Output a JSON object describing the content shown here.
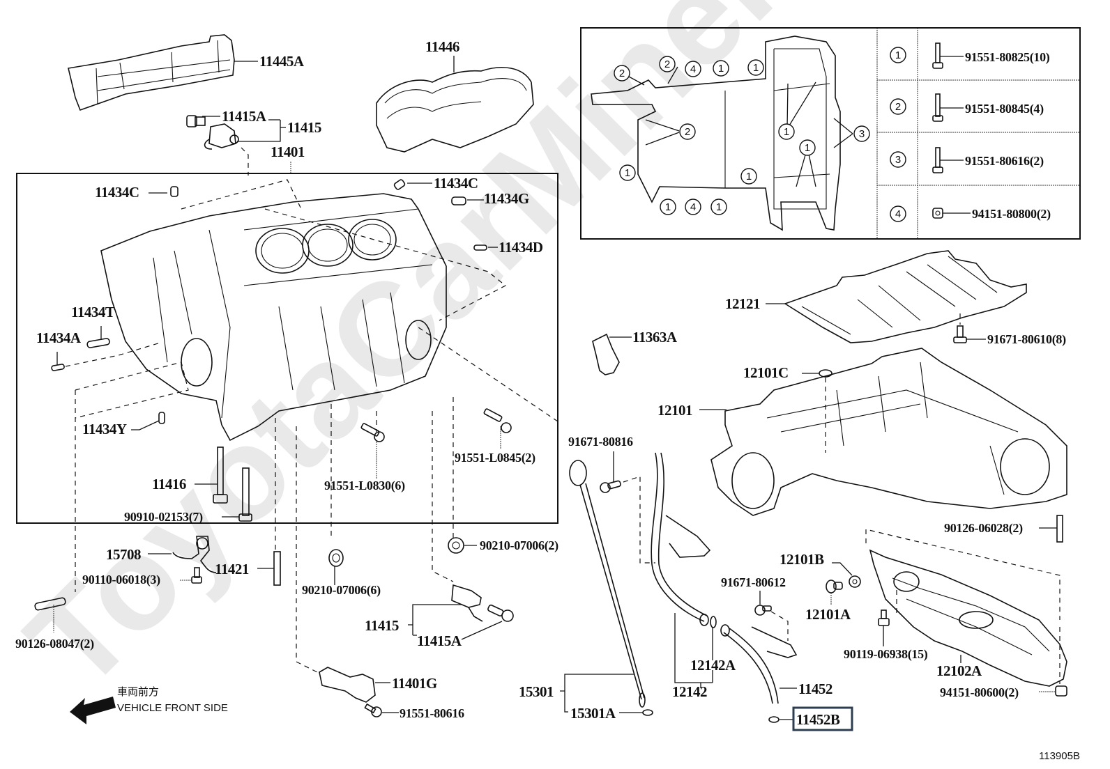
{
  "diagram": {
    "figure_id": "113905B",
    "watermark": "ToyotaCarMiner.ru",
    "direction_note_jp": "車両前方",
    "direction_note_en": "VEHICLE FRONT SIDE",
    "highlighted_part": "11452B"
  },
  "labels": {
    "p11445A": "11445A",
    "p11446": "11446",
    "p11415A_top": "11415A",
    "p11415_top": "11415",
    "p11401": "11401",
    "p11434C_left": "11434C",
    "p11434C_right": "11434C",
    "p11434G": "11434G",
    "p11434D": "11434D",
    "p11434T": "11434T",
    "p11434A": "11434A",
    "p11434Y": "11434Y",
    "p11416": "11416",
    "p90910": "90910-02153(7)",
    "p91551L0830": "91551-L0830(6)",
    "p91551L0845": "91551-L0845(2)",
    "p11363A": "11363A",
    "p15708": "15708",
    "p90110": "90110-06018(3)",
    "p11421": "11421",
    "p90210_6": "90210-07006(6)",
    "p90210_2": "90210-07006(2)",
    "p90126_08047": "90126-08047(2)",
    "p11415_bot": "11415",
    "p11415A_bot": "11415A",
    "p11401G": "11401G",
    "p91551_80616": "91551-80616",
    "p91671_80816": "91671-80816",
    "p15301": "15301",
    "p15301A": "15301A",
    "p12142": "12142",
    "p12142A": "12142A",
    "p91671_80612": "91671-80612",
    "p11452": "11452",
    "p11452B": "11452B",
    "p12101B": "12101B",
    "p12101A": "12101A",
    "p90119": "90119-06938(15)",
    "p12102A": "12102A",
    "p90126_06028": "90126-06028(2)",
    "p94151_80600": "94151-80600(2)",
    "p12121": "12121",
    "p91671_80610": "91671-80610(8)",
    "p12101C": "12101C",
    "p12101": "12101"
  },
  "bolt_legend": {
    "rows": [
      {
        "key": "1",
        "part": "91551-80825(10)",
        "icon": "flange-bolt-icon"
      },
      {
        "key": "2",
        "part": "91551-80845(4)",
        "icon": "flange-bolt-icon"
      },
      {
        "key": "3",
        "part": "91551-80616(2)",
        "icon": "flange-bolt-icon"
      },
      {
        "key": "4",
        "part": "94151-80800(2)",
        "icon": "flange-nut-icon"
      }
    ],
    "pan_callouts": [
      "2",
      "2",
      "4",
      "1",
      "1",
      "2",
      "1",
      "1",
      "1",
      "3",
      "1",
      "1",
      "1",
      "4",
      "1"
    ]
  }
}
